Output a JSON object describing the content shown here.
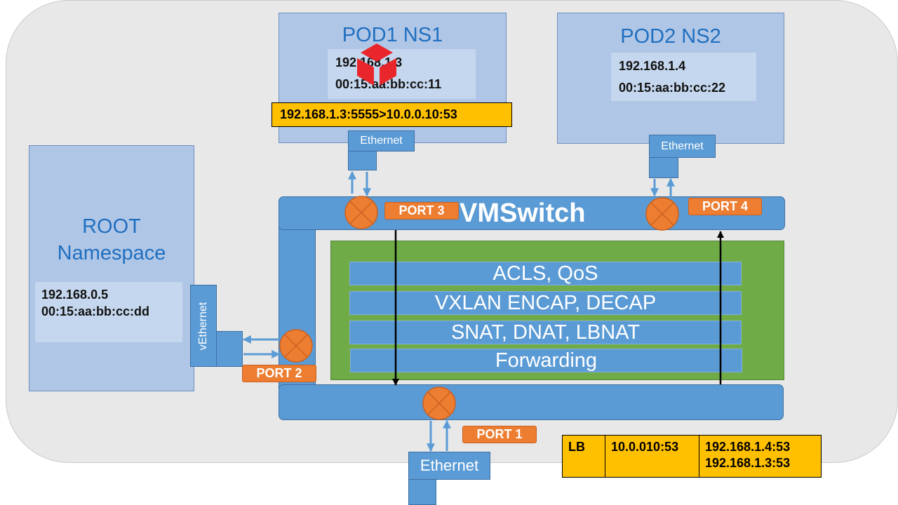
{
  "pod1": {
    "title": "POD1 NS1",
    "ip": "192.168.1.3",
    "mac": "00:15:aa:bb:cc:11",
    "ethernet_label": "Ethernet",
    "flow_label": "192.168.1.3:5555>10.0.0.10:53"
  },
  "pod2": {
    "title": "POD2 NS2",
    "ip": "192.168.1.4",
    "mac": "00:15:aa:bb:cc:22",
    "ethernet_label": "Ethernet"
  },
  "root": {
    "title_line1": "ROOT",
    "title_line2": "Namespace",
    "ip": "192.168.0.5",
    "mac": "00:15:aa:bb:cc:dd",
    "vethernet_label": "vEthernet"
  },
  "vmswitch": {
    "title": "VMSwitch",
    "layers": [
      "ACLS, QoS",
      "VXLAN ENCAP, DECAP",
      "SNAT, DNAT, LBNAT",
      "Forwarding"
    ],
    "ports": {
      "port1": "PORT 1",
      "port2": "PORT 2",
      "port3": "PORT 3",
      "port4": "PORT 4"
    }
  },
  "uplink": {
    "ethernet_label": "Ethernet"
  },
  "lb_table": {
    "name": "LB",
    "vip": "10.0.010:53",
    "backend_1": "192.168.1.4:53",
    "backend_2": "192.168.1.3:53"
  },
  "colors": {
    "port_orange": "#ed7d31",
    "switch_blue": "#5b9bd5",
    "pipeline_green": "#6fab47",
    "highlight_yellow": "#ffc000",
    "title_blue": "#1f6fc0",
    "container_red": "#e8262b"
  },
  "icons": [
    "container-cube-icon",
    "port-circle-icon"
  ]
}
